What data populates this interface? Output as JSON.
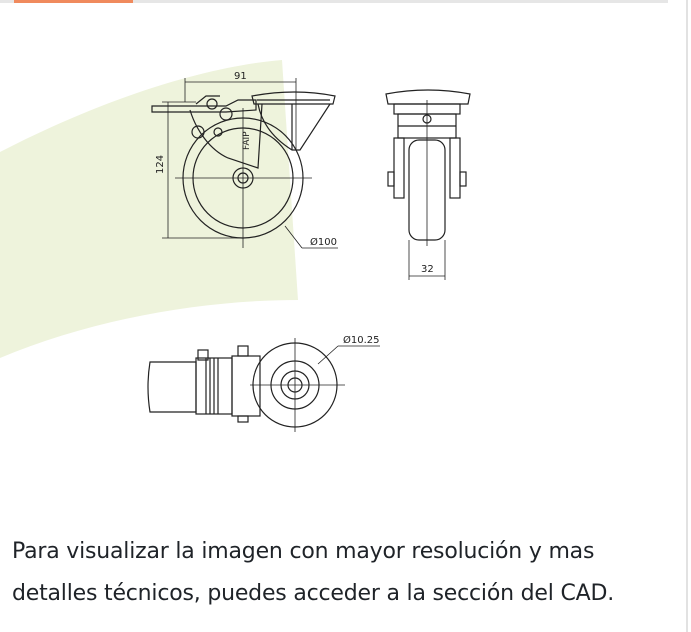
{
  "tabs": {
    "active_accent": "#f08a5d",
    "inactive": "#e6e6e6"
  },
  "drawing": {
    "highlight_color": "#eef3dc",
    "line_color": "#222222",
    "dimensions": {
      "width_top": "91",
      "height": "124",
      "wheel_diameter": "Ø100",
      "wheel_width": "32",
      "hole_diameter": "Ø10.25"
    },
    "brand_mark": "FAIP"
  },
  "caption": {
    "text": "Para visualizar la imagen con mayor resolución y mas detalles técnicos, puedes acceder a la sección del CAD."
  }
}
